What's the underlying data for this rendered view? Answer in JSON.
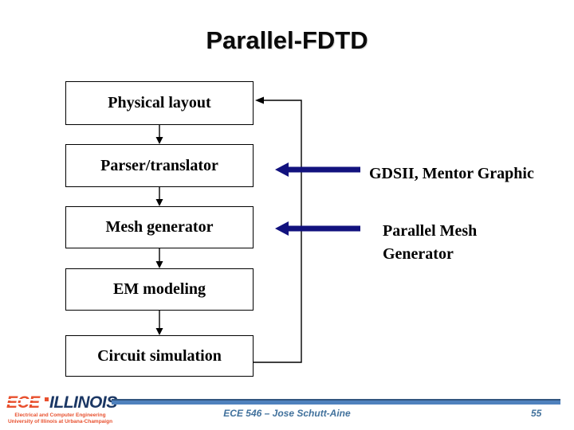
{
  "slide": {
    "title": "Parallel-FDTD",
    "background": "#ffffff"
  },
  "flowchart": {
    "boxes": [
      {
        "label": "Physical layout"
      },
      {
        "label": "Parser/translator"
      },
      {
        "label": "Mesh generator"
      },
      {
        "label": "EM modeling"
      },
      {
        "label": "Circuit simulation"
      }
    ],
    "annotations": [
      {
        "label": "GDSII, Mentor Graphic",
        "target": "Parser/translator"
      },
      {
        "label": "Parallel Mesh\nGenerator",
        "target": "Mesh generator"
      }
    ],
    "arrow_color": "#12127e",
    "line_color": "#000000"
  },
  "footer": {
    "logo": {
      "ece": "ECE",
      "illinois": "ILLINOIS",
      "sub_line1": "Electrical and Computer Engineering",
      "sub_line2": "University of Illinois at Urbana-Champaign",
      "orange": "#e8502e",
      "navy": "#1b3764"
    },
    "bar_color": "#4f81bd",
    "course": "ECE 546 – Jose Schutt-Aine",
    "page": "55",
    "text_color": "#41719c"
  }
}
